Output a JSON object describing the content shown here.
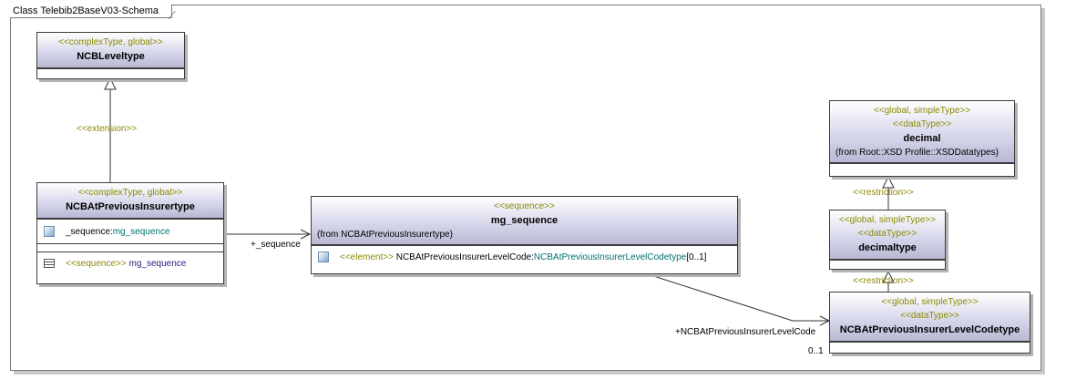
{
  "frame": {
    "title": "Class Telebib2BaseV03-Schema"
  },
  "classes": {
    "ncblevel": {
      "stereotype": "<<complexType, global>>",
      "name": "NCBLeveltype"
    },
    "ncbat": {
      "stereotype": "<<complexType, global>>",
      "name": "NCBAtPreviousInsurertype",
      "attr_prefix": "_sequence:",
      "attr_type": "mg_sequence",
      "op_stereotype": "<<sequence>>",
      "op_name": "mg_sequence"
    },
    "mgseq": {
      "stereotype": "<<sequence>>",
      "name": "mg_sequence",
      "from": "(from NCBAtPreviousInsurertype)",
      "attr_stereotype": "<<element>>",
      "attr_name": "NCBAtPreviousInsurerLevelCode:",
      "attr_type": "NCBAtPreviousInsurerLevelCodetype",
      "attr_mult": "[0..1]"
    },
    "decimal": {
      "stereotype1": "<<global, simpleType>>",
      "stereotype2": "<<dataType>>",
      "name": "decimal",
      "from": "(from Root::XSD Profile::XSDDatatypes)"
    },
    "decimaltype": {
      "stereotype1": "<<global, simpleType>>",
      "stereotype2": "<<dataType>>",
      "name": "decimaltype"
    },
    "levelcode": {
      "stereotype1": "<<global, simpleType>>",
      "stereotype2": "<<dataType>>",
      "name": "NCBAtPreviousInsurerLevelCodetype"
    }
  },
  "labels": {
    "extension": "<<extension>>",
    "sequence_role": "+_sequence",
    "restriction1": "<<restriction>>",
    "restriction2": "<<restriction>>",
    "levelcode_role": "+NCBAtPreviousInsurerLevelCode",
    "levelcode_mult": "0..1"
  },
  "colors": {
    "stereotype": "#8a8a00",
    "type_ref": "#007070",
    "header_gradient_end": "#b8b8d4"
  }
}
